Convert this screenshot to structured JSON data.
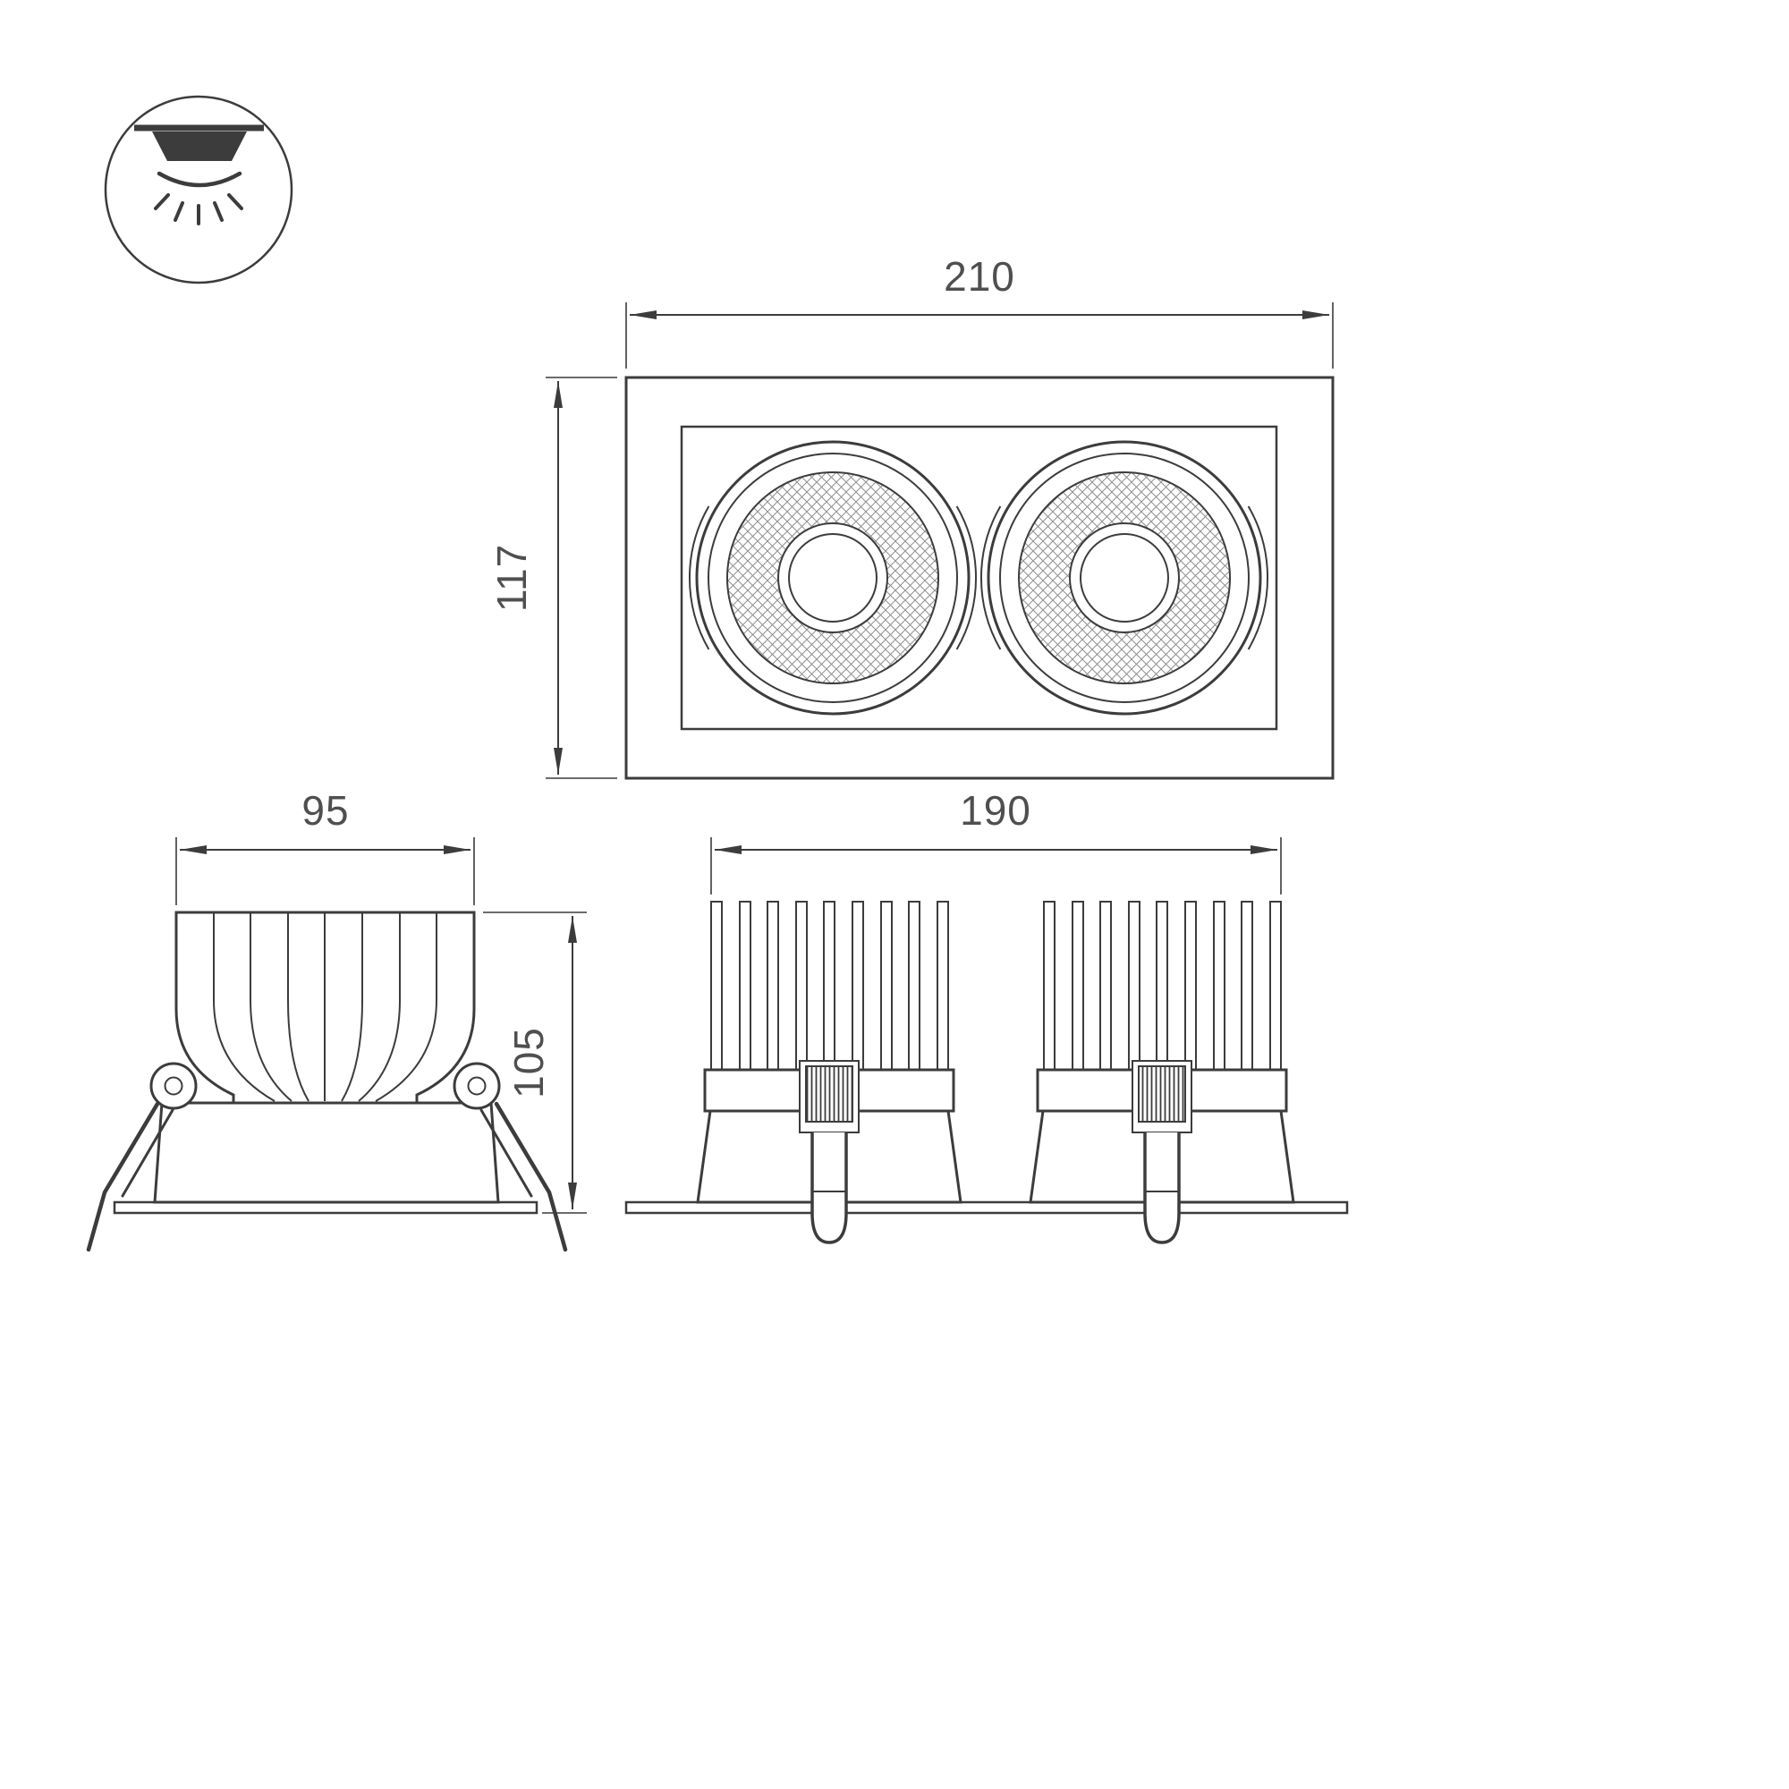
{
  "colors": {
    "line": "#3c3c3c",
    "dim-text": "#4f4f4f",
    "background": "#ffffff"
  },
  "icons": {
    "badge": "recessed-downlight-icon"
  },
  "dimensions": {
    "front_width": "210",
    "front_height": "117",
    "side_width": "95",
    "side_height": "105",
    "elevation_width": "190"
  }
}
